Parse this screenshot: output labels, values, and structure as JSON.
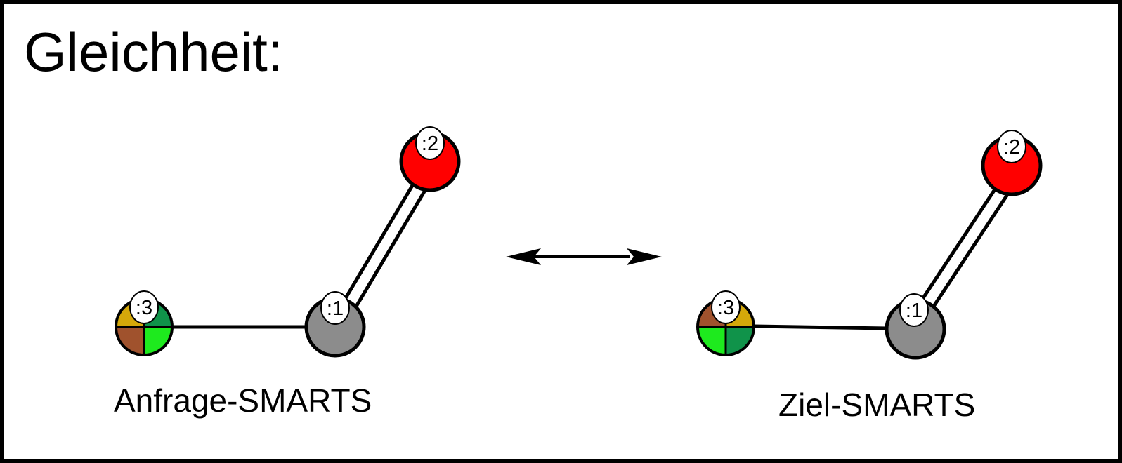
{
  "title": "Gleichheit:",
  "colors": {
    "border": "#000000",
    "gray_atom": "#8c8c8c",
    "red_atom": "#ff0000",
    "quad_gold": "#d4a80a",
    "quad_darkgreen": "#10934a",
    "quad_brown": "#a0522d",
    "quad_lime": "#1eea1e"
  },
  "relation_arrow": {
    "icon": "double-headed-arrow-icon"
  },
  "molecules": [
    {
      "caption": "Anfrage-SMARTS",
      "atoms": [
        {
          "id": "a1",
          "label": ":1",
          "fill": "gray"
        },
        {
          "id": "a2",
          "label": ":2",
          "fill": "red"
        },
        {
          "id": "a3",
          "label": ":3",
          "fill": "quadrant",
          "quadrants": [
            "gold",
            "darkgreen",
            "brown",
            "lime"
          ]
        }
      ],
      "bonds": [
        {
          "from": "a1",
          "to": "a2",
          "order": "double"
        },
        {
          "from": "a3",
          "to": "a1",
          "order": "single"
        }
      ]
    },
    {
      "caption": "Ziel-SMARTS",
      "atoms": [
        {
          "id": "a1",
          "label": ":1",
          "fill": "gray"
        },
        {
          "id": "a2",
          "label": ":2",
          "fill": "red"
        },
        {
          "id": "a3",
          "label": ":3",
          "fill": "quadrant",
          "quadrants": [
            "brown",
            "gold",
            "lime",
            "darkgreen"
          ]
        }
      ],
      "bonds": [
        {
          "from": "a1",
          "to": "a2",
          "order": "double"
        },
        {
          "from": "a3",
          "to": "a1",
          "order": "single"
        }
      ]
    }
  ]
}
